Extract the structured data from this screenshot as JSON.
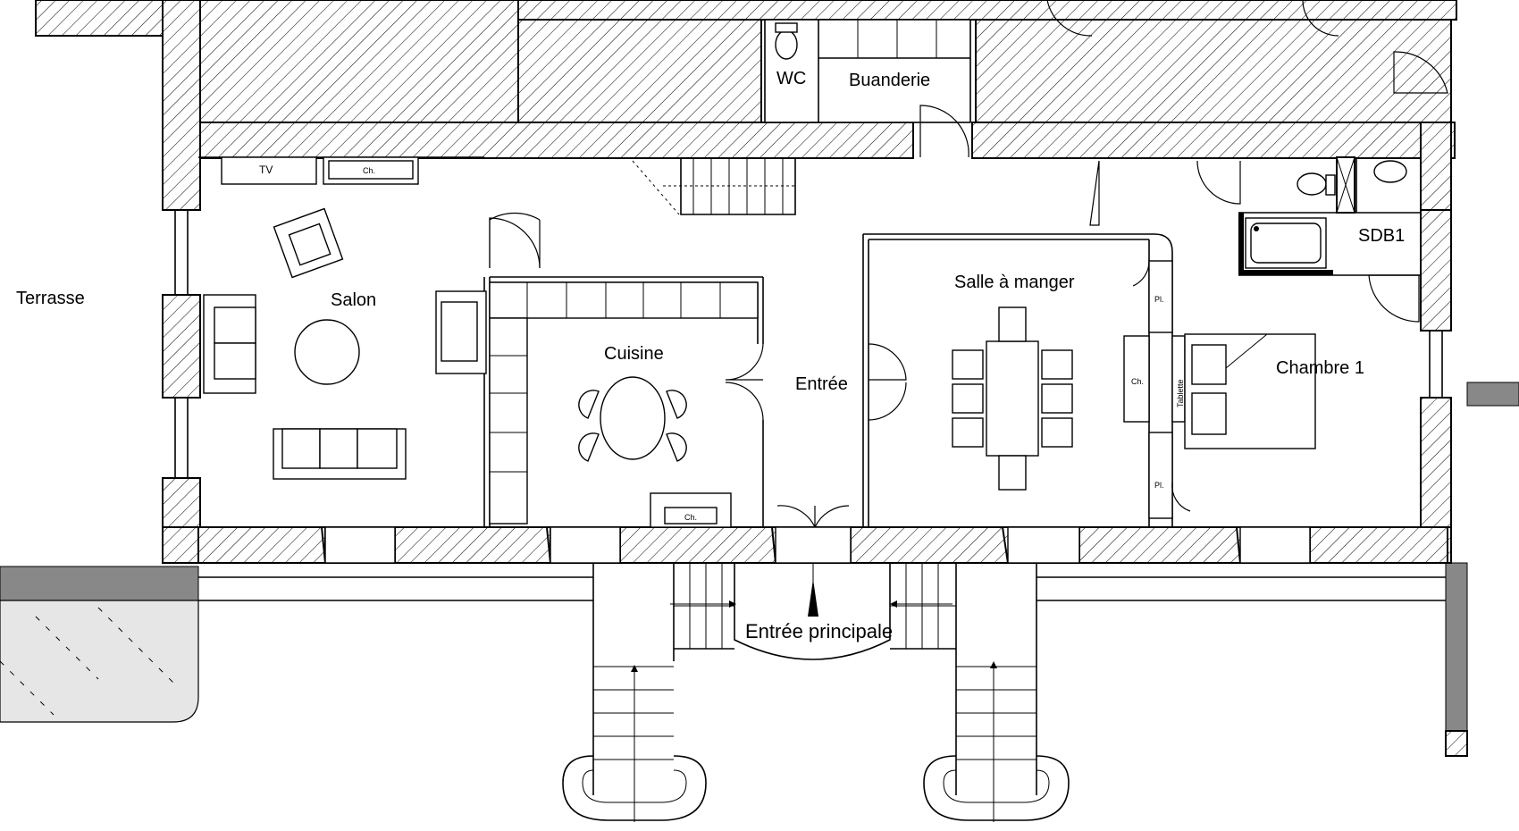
{
  "plan": {
    "rooms": {
      "terrasse": "Terrasse",
      "salon": "Salon",
      "cuisine": "Cuisine",
      "entree": "Entrée",
      "salle_a_manger": "Salle à manger",
      "chambre1": "Chambre 1",
      "sdb1": "SDB1",
      "wc": "WC",
      "buanderie": "Buanderie",
      "entree_principale": "Entrée principale"
    },
    "furniture": {
      "tv": "TV",
      "ch_salon": "Ch.",
      "ch_cuisine": "Ch.",
      "ch_chambre": "Ch.",
      "pl_top": "Pl.",
      "pl_bottom": "Pl.",
      "tablette": "Tablette"
    }
  }
}
